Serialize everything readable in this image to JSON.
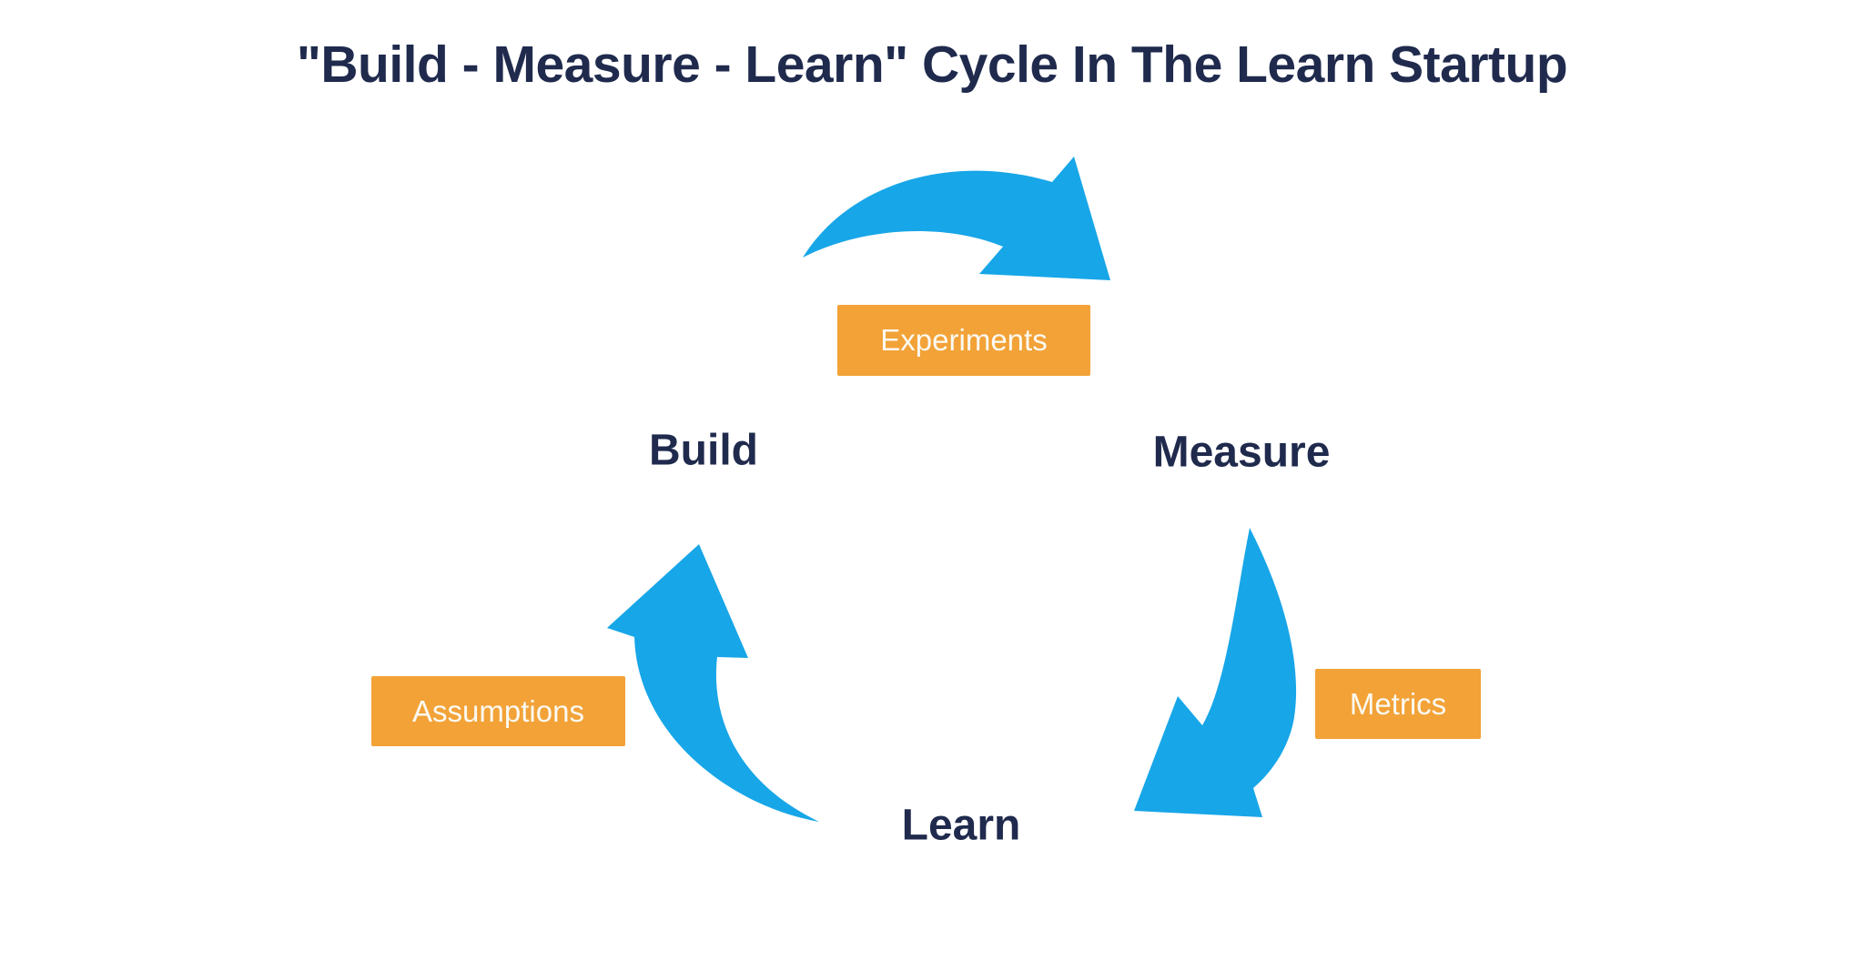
{
  "title": "\"Build - Measure - Learn\" Cycle In The Learn Startup",
  "colors": {
    "title_navy": "#1f2a4d",
    "arrow_blue": "#17a6e8",
    "label_orange": "#f2a237",
    "label_text": "#fbf9f2",
    "background": "#ffffff"
  },
  "diagram": {
    "type": "cycle",
    "nodes": [
      {
        "id": "build",
        "label": "Build"
      },
      {
        "id": "measure",
        "label": "Measure"
      },
      {
        "id": "learn",
        "label": "Learn"
      }
    ],
    "edges": [
      {
        "from": "build",
        "to": "measure",
        "label": "Experiments",
        "arrow": "curved-arrow-right-down"
      },
      {
        "from": "measure",
        "to": "learn",
        "label": "Metrics",
        "arrow": "curved-arrow-down-left"
      },
      {
        "from": "learn",
        "to": "build",
        "label": "Assumptions",
        "arrow": "curved-arrow-up"
      }
    ]
  }
}
